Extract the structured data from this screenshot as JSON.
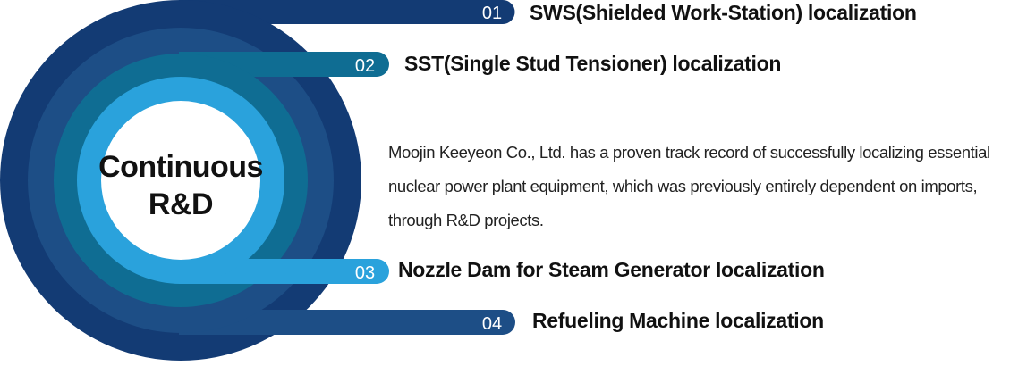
{
  "center": {
    "line1": "Continuous",
    "line2": "R&D"
  },
  "description": "Moojin Keeyeon Co., Ltd. has a proven track record of successfully localizing essential nuclear power plant equipment, which was previously entirely dependent on imports, through R&D projects.",
  "items": [
    {
      "number": "01",
      "label": "SWS(Shielded Work-Station) localization",
      "color": "#1b3a73"
    },
    {
      "number": "02",
      "label": "SST(Single Stud Tensioner) localization",
      "color": "#0f6d93"
    },
    {
      "number": "03",
      "label": "Nozzle Dam for Steam Generator localization",
      "color": "#2aa2dc"
    },
    {
      "number": "04",
      "label": "Refueling Machine localization",
      "color": "#1d4e86"
    }
  ],
  "colors": {
    "ring_outer": "#133b74",
    "ring_2": "#1d4e86",
    "ring_3": "#0f6d93",
    "ring_inner": "#2aa2dc",
    "center": "#ffffff"
  }
}
